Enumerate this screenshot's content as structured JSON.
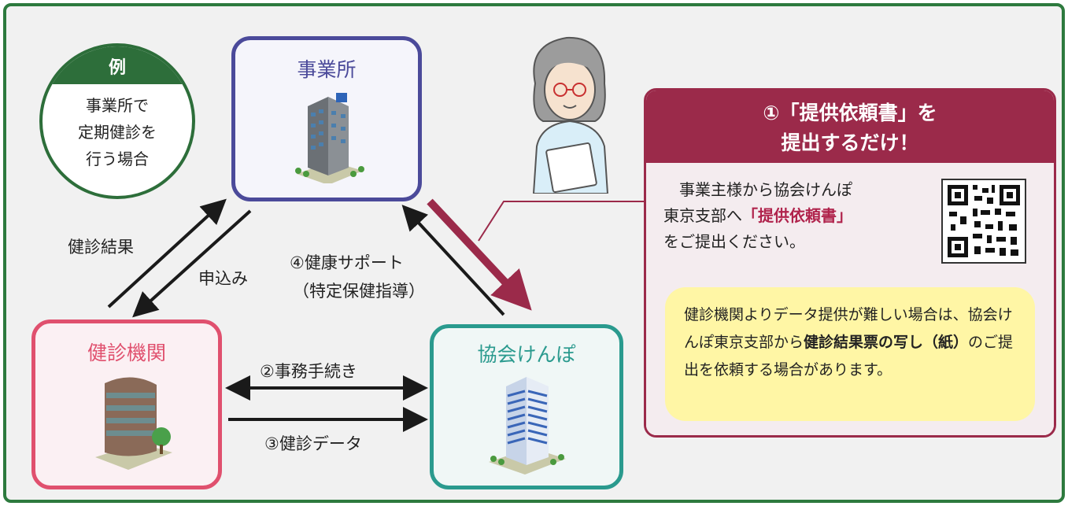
{
  "example": {
    "badge": "例",
    "lines": [
      "事業所で",
      "定期健診を",
      "行う場合"
    ]
  },
  "nodes": {
    "office": "事業所",
    "clinic": "健診機関",
    "kyokai": "協会けんぽ"
  },
  "edges": {
    "results": "健診結果",
    "apply": "申込み",
    "health_support_1": "④健康サポート",
    "health_support_2": "（特定保健指導）",
    "procedures": "②事務手続き",
    "data": "③健診データ"
  },
  "panel": {
    "title_line1": "①「提供依頼書」を",
    "title_line2": "提出するだけ！",
    "text_1": "　事業主様から協会けんぽ",
    "text_2": "東京支部へ",
    "text_highlight": "「提供依頼書」",
    "text_3": "をご提出ください。",
    "note_1": "健診機関よりデータ提供が難しい場合は、協会けんぽ東京支部から",
    "note_bold": "健診結果票の写し（紙）",
    "note_2": "のご提出を依頼する場合があります。"
  },
  "colors": {
    "frame": "#2d7a3e",
    "office_border": "#4b4a9a",
    "clinic_border": "#e0506e",
    "kyokai_border": "#2a9a8e",
    "panel": "#9b2a4a",
    "note_bg": "#fff6a5"
  }
}
